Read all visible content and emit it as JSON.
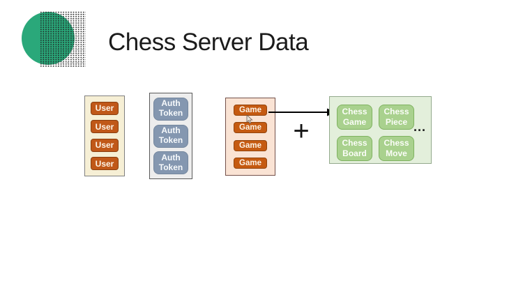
{
  "title": "Chess Server Data",
  "logo": {
    "icon": "green-circle-halftone"
  },
  "operators": {
    "plus": "+",
    "ellipsis": "..."
  },
  "diagram": {
    "user_list": {
      "items": [
        "User",
        "User",
        "User",
        "User"
      ]
    },
    "auth_list": {
      "items": [
        "Auth Token",
        "Auth Token",
        "Auth Token"
      ]
    },
    "game_list": {
      "items": [
        "Game",
        "Game",
        "Game",
        "Game"
      ]
    },
    "chess_panel": {
      "items": [
        "Chess Game",
        "Chess Piece",
        "Chess Board",
        "Chess Move"
      ]
    },
    "arrow": {
      "from": "Game",
      "to": "chess-panel"
    }
  },
  "colors": {
    "logo_green": "#2aa87a",
    "accent_orange": "#c55a11",
    "accent_slate": "#8497b0",
    "accent_green": "#a9d18e",
    "panel_cream": "#f6efd5",
    "panel_gray": "#ededed",
    "panel_peach": "#fae3d4",
    "panel_light_green": "#e3efdb",
    "title_text": "#1b1b1b"
  }
}
